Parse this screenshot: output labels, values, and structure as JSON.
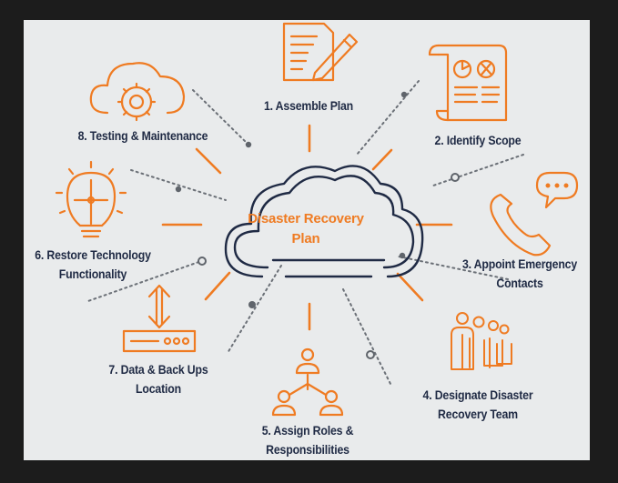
{
  "center": {
    "line1": "Disaster Recovery",
    "line2": "Plan"
  },
  "steps": [
    {
      "id": 1,
      "line1": "1. Assemble Plan",
      "line2": "",
      "icon": "document-pen-icon"
    },
    {
      "id": 2,
      "line1": "2. Identify Scope",
      "line2": "",
      "icon": "report-chart-icon"
    },
    {
      "id": 3,
      "line1": "3. Appoint Emergency",
      "line2": "Contacts",
      "icon": "phone-chat-icon"
    },
    {
      "id": 4,
      "line1": "4. Designate Disaster",
      "line2": "Recovery Team",
      "icon": "team-people-icon"
    },
    {
      "id": 5,
      "line1": "5. Assign Roles &",
      "line2": "Responsibilities",
      "icon": "org-hierarchy-icon"
    },
    {
      "id": 6,
      "line1": "6. Restore Technology",
      "line2": "Functionality",
      "icon": "puzzle-bulb-icon"
    },
    {
      "id": 7,
      "line1": "7. Data & Back Ups",
      "line2": "Location",
      "icon": "server-transfer-icon"
    },
    {
      "id": 8,
      "line1": "8. Testing & Maintenance",
      "line2": "",
      "icon": "cloud-gear-icon"
    }
  ],
  "colors": {
    "accent": "#ef7b22",
    "navy": "#1f2a44",
    "background": "#e9ebec",
    "frame": "#1c1c1c",
    "dots": "#6b7077"
  }
}
